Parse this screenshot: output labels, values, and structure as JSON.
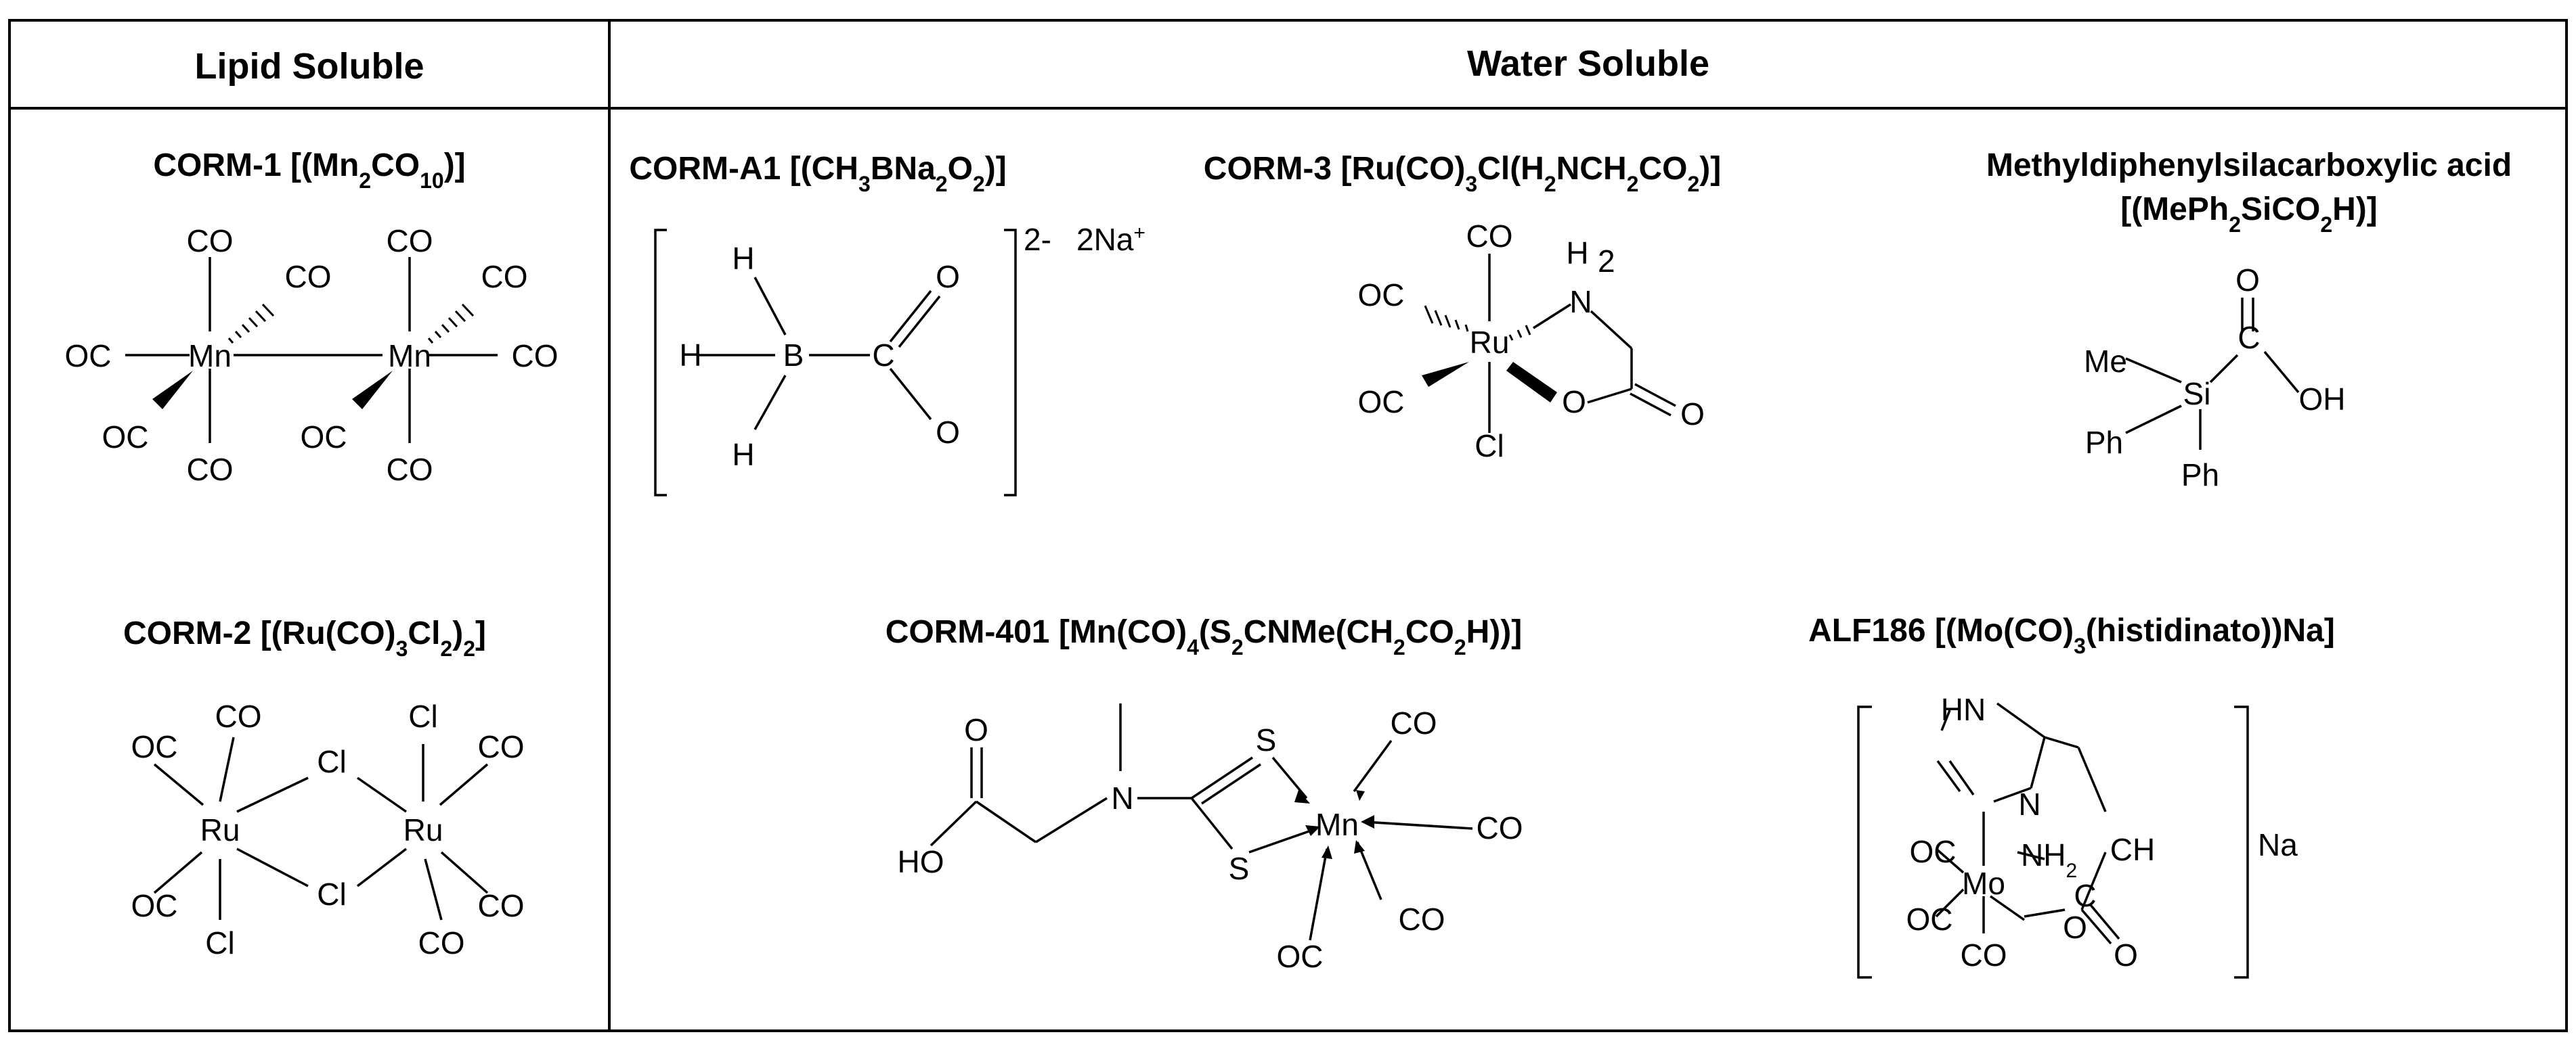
{
  "headers": {
    "lipid": "Lipid Soluble",
    "water": "Water Soluble"
  },
  "compounds": {
    "corm1": {
      "name": "CORM-1",
      "formula_open": "[(Mn",
      "sub1": "2",
      "mid1": "CO",
      "sub2": "10",
      "formula_close": ")]",
      "atoms": [
        "CO",
        "CO",
        "CO",
        "CO",
        "OC",
        "Mn",
        "Mn",
        "CO",
        "OC",
        "OC",
        "CO",
        "CO"
      ]
    },
    "corm2": {
      "name": "CORM-2",
      "formula_open": "[(Ru(CO)",
      "sub1": "3",
      "mid1": "Cl",
      "sub2": "2",
      "mid2": ")",
      "sub3": "2",
      "formula_close": "]",
      "atoms": [
        "CO",
        "OC",
        "Cl",
        "Cl",
        "CO",
        "Ru",
        "Ru",
        "OC",
        "Cl",
        "CO",
        "Cl",
        "CO"
      ]
    },
    "cormA1": {
      "name": "CORM-A1",
      "formula_open": "[(CH",
      "sub1": "3",
      "mid1": "BNa",
      "sub2": "2",
      "mid2": "O",
      "sub3": "2",
      "formula_close": ")]",
      "charge": "2-",
      "counter_ion": "2Na",
      "counter_sup": "+",
      "atoms": [
        "H",
        "H",
        "B",
        "C",
        "O",
        "O",
        "H"
      ]
    },
    "corm3": {
      "name": "CORM-3",
      "formula_open": "[Ru(CO)",
      "sub1": "3",
      "mid1": "Cl(H",
      "sub2": "2",
      "mid2": "NCH",
      "sub3": "2",
      "mid3": "CO",
      "sub4": "2",
      "formula_close": ")]",
      "atoms": [
        "CO",
        "H",
        "2",
        "OC",
        "N",
        "Ru",
        "OC",
        "O",
        "O",
        "Cl"
      ]
    },
    "silacarboxylic": {
      "name_line1": "Methyldiphenylsilacarboxylic acid",
      "formula_open": "[(MePh",
      "sub1": "2",
      "mid1": "SiCO",
      "sub2": "2",
      "formula_close": "H)]",
      "atoms": [
        "O",
        "Me",
        "Si",
        "C",
        "OH",
        "Ph",
        "Ph"
      ]
    },
    "corm401": {
      "name": "CORM-401",
      "formula_open": "[Mn(CO)",
      "sub1": "4",
      "mid1": "(S",
      "sub2": "2",
      "mid2": "CNMe(CH",
      "sub3": "2",
      "mid3": "CO",
      "sub4": "2",
      "formula_close": "H))]",
      "atoms": [
        "O",
        "N",
        "S",
        "CO",
        "Mn",
        "CO",
        "HO",
        "S",
        "OC",
        "CO"
      ]
    },
    "alf186": {
      "name": "ALF186",
      "formula_open": "[(Mo(CO)",
      "sub1": "3",
      "formula_close": "(histidinato))Na]",
      "counter_ion": "Na",
      "atoms": [
        "HN",
        "N",
        "OC",
        "NH",
        "2",
        "CH",
        "Mo",
        "OC",
        "O",
        "C",
        "CO",
        "O"
      ]
    }
  }
}
